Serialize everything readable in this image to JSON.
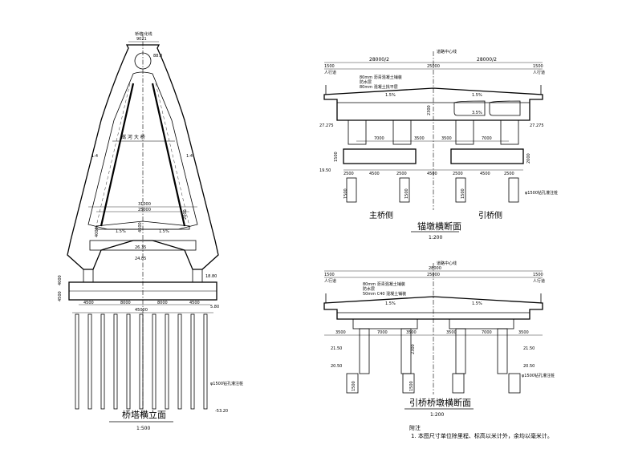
{
  "tower_elevation": {
    "title": "桥塔横立面",
    "scale": "1:500",
    "top_label": "桥塔 化线",
    "top_width": "9021",
    "top_elev": "88.8",
    "deck_name": "嵩 河 大 桥",
    "side_label_left": "1:4",
    "side_label_right": "1:4",
    "beam_dim_outer": "31000",
    "beam_dim_inner": "25000",
    "beam_height": "4500",
    "beam_left_gap": "4000",
    "beam_right_gap": "2000",
    "slope_left": "1.5%",
    "slope_right": "1.5%",
    "deck_elev_1": "26.35",
    "deck_elev_2": "24.85",
    "cap_elev": "18.80",
    "cap_height_1": "4000",
    "cap_height_2": "4500",
    "cap_bot_elev": "5.80",
    "pile_spacing_left": "4500",
    "pile_spacing_mid_1": "8000",
    "pile_spacing_mid_2": "8000",
    "pile_spacing_right": "4500",
    "footing_width": "45000",
    "pile_note": "φ1500钻孔灌注桩",
    "pile_tip_elev": "-53.20"
  },
  "anchor_pier": {
    "title": "锚墩横断面",
    "scale": "1:200",
    "centerline_label": "道路中心线",
    "half_width_left": "28000/2",
    "half_width_right": "28000/2",
    "total_width": "25000",
    "edge_left": "1500",
    "edge_right": "1500",
    "sidewalk_left": "人行道",
    "sidewalk_right": "人行道",
    "layer_1": "80mm 沥青混凝土铺装",
    "layer_2": "防水层",
    "layer_3": "80mm 混凝土找平层",
    "slope_left": "1.5%",
    "slope_right": "1.5%",
    "slope_cap": "3.5%",
    "girder_height": "2300",
    "elev_left": "27.275",
    "elev_right": "27.275",
    "pier_spacing_left": "7000",
    "pier_spacing_mid_1": "3500",
    "pier_spacing_mid_2": "3500",
    "pier_spacing_right": "7000",
    "cap_height_left": "1500",
    "cap_height_right": "2000",
    "footing_elev": "19.50",
    "footing_1": "2500",
    "footing_2": "4500",
    "footing_3": "2500",
    "footing_4": "4500",
    "footing_5": "2500",
    "footing_6": "4500",
    "footing_7": "2500",
    "footing_center": "4500",
    "pile_h_1": "1500",
    "pile_h_2": "1500",
    "pile_h_3": "1500",
    "pile_note": "φ1500钻孔灌注桩",
    "label_main": "主桥侧",
    "label_approach": "引桥侧"
  },
  "approach_pier": {
    "title": "引桥桥墩横断面",
    "scale": "1:200",
    "centerline_label": "道路中心线",
    "total": "28000",
    "inner": "25000",
    "edge_left": "1500",
    "edge_right": "1500",
    "sidewalk_left": "人行道",
    "sidewalk_right": "人行道",
    "layer_1": "80mm 沥青混凝土铺装",
    "layer_2": "防水层",
    "layer_3": "50mm C40 混凝土铺装",
    "slope_left": "1.5%",
    "slope_right": "1.5%",
    "dim_1": "3500",
    "dim_2": "7000",
    "dim_3": "3500",
    "dim_4": "3500",
    "dim_5": "7000",
    "dim_6": "3500",
    "cap_h": "2300",
    "elev_1": "21.50",
    "elev_2": "20.50",
    "elev_3": "21.50",
    "elev_4": "20.50",
    "pile_h_1": "1500",
    "pile_h_2": "1500",
    "pile_note": "φ1500钻孔灌注桩"
  },
  "notes": {
    "heading": "附注",
    "line_1": "1. 本图尺寸单位除里程、标高以米计外，余均以毫米计。"
  }
}
